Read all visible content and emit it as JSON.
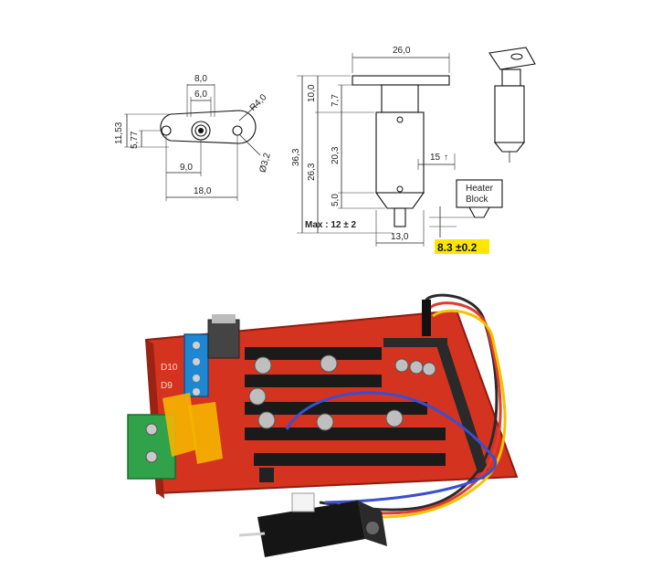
{
  "diagram": {
    "flange": {
      "width_top": "8,0",
      "width_inner": "6,0",
      "radius": "R4,0",
      "height_total": "11,53",
      "height_half": "5,77",
      "hole_dia": "Ø3,2",
      "hole_spacing_half": "9,0",
      "length_total": "18,0"
    },
    "side": {
      "top_width": "26,0",
      "top_height": "10,0",
      "flange_to_body": "7,7",
      "total_height": "36,3",
      "body_height": "26,3",
      "body_core": "20,3",
      "tip_height": "5,0",
      "tip_offset": "15",
      "body_width": "13,0",
      "max_label": "Max : 12 ± 2",
      "heater_block_line1": "Heater",
      "heater_block_line2": "Block",
      "trigger_distance": "8.3 ±0.2"
    },
    "colors": {
      "pcb": "#d4331f",
      "terminal_blue": "#1f86d1",
      "terminal_green": "#2fa24a",
      "highlight": "#ffe600"
    },
    "board_silkscreen": [
      "D10",
      "D9"
    ]
  }
}
